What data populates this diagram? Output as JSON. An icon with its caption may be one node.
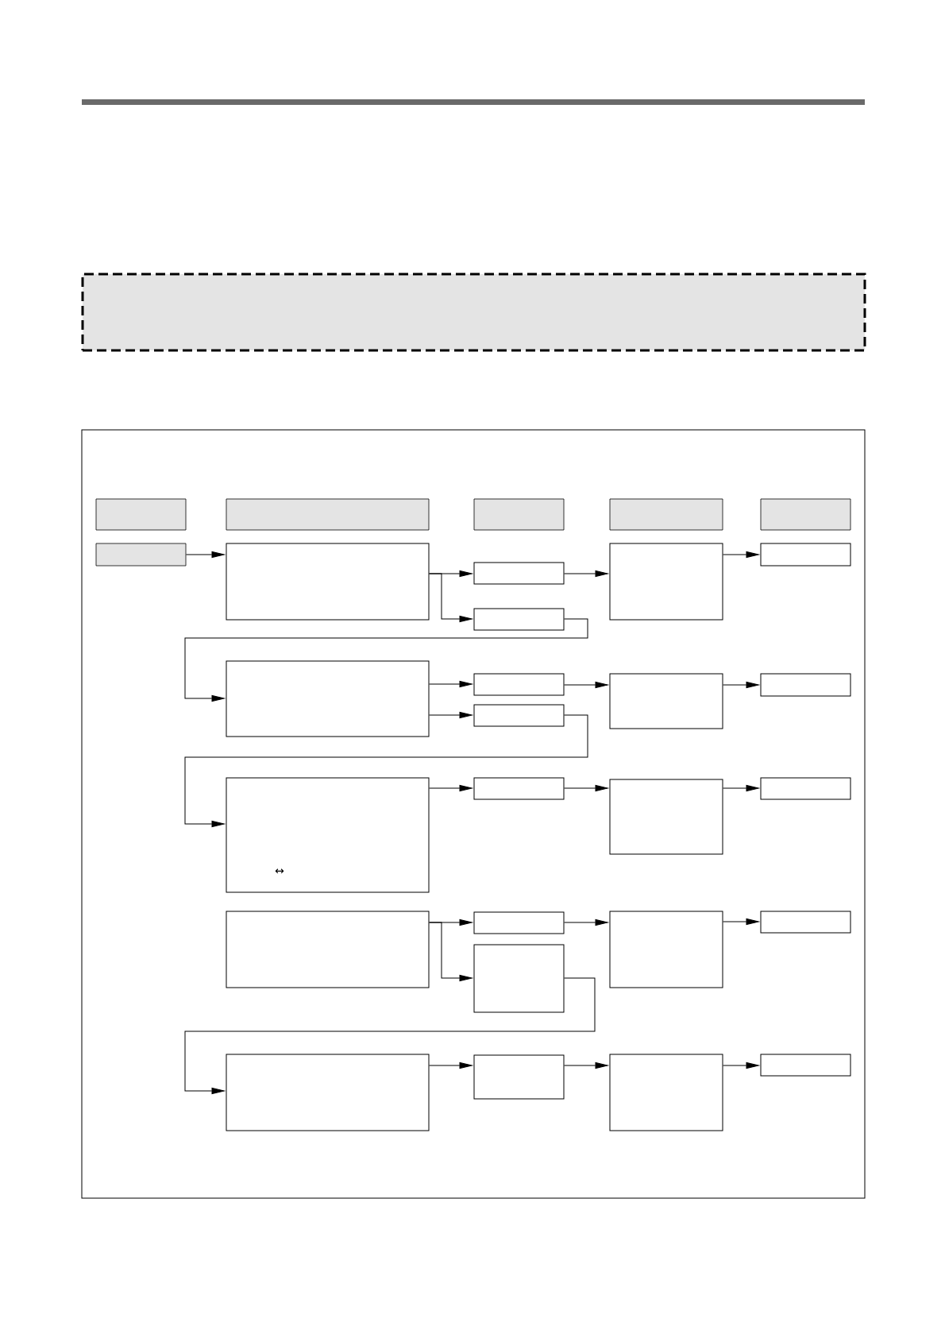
{
  "diagram": {
    "nodes": [
      {
        "text": [],
        "shape": "box"
      },
      {
        "text": [],
        "shape": "box"
      },
      {
        "text": [],
        "shape": "box",
        "in": 1
      },
      {
        "text": [],
        "shape": "box",
        "in": 1
      },
      {
        "text": [],
        "shape": "box",
        "in": 1
      },
      {
        "text": [],
        "shape": "box",
        "in": 1
      },
      {
        "text": [],
        "shape": "box",
        "in": 1
      },
      {
        "text": [],
        "shape": "box",
        "in": 1
      },
      {
        "text": [],
        "shape": "box",
        "in": 1
      },
      {
        "text": [],
        "shape": "box",
        "in": 1
      },
      {
        "text": [],
        "shape": "box",
        "in": 1
      },
      {
        "text": [],
        "shape": "box",
        "in": 1
      },
      {
        "text": [],
        "shape": "box",
        "in": 1
      },
      {
        "text": [],
        "shape": "box",
        "in": 1
      },
      {
        "text": [],
        "shape": "box",
        "in": 1
      },
      {
        "text": [],
        "shape": "box",
        "in": 1
      },
      {
        "text": [],
        "shape": "box",
        "in": 1
      },
      {
        "text": [],
        "shape": "box",
        "in": 1
      },
      {
        "text": [
          "↔"
        ],
        "in": 1
      },
      {
        "text": [],
        "shape": "box",
        "in": 1
      },
      {
        "text": [],
        "shape": "box",
        "in": 1
      },
      {
        "text": [],
        "shape": "box",
        "in": 1
      },
      {
        "text": [],
        "shape": "box",
        "in": 1
      },
      {
        "text": [],
        "shape": "box",
        "in": 1
      },
      {
        "text": [],
        "shape": "box",
        "in": 1
      },
      {
        "text": [],
        "shape": "box",
        "in": 1
      },
      {
        "text": [],
        "shape": "box",
        "in": 1
      },
      {
        "text": [],
        "shape": "box",
        "in": 1
      },
      {
        "text": [],
        "shape": "box",
        "in": 1
      },
      {
        "text": [],
        "shape": "box",
        "in": 1
      },
      {
        "text": [],
        "shape": "box",
        "in": 1
      }
    ],
    "edges": [
      {
        "from": 7,
        "to": 8,
        "arrow": "to"
      },
      {
        "from": 8,
        "to": 9,
        "arrow": "to"
      },
      {
        "from": 8,
        "to": 10,
        "arrow": "to"
      },
      {
        "from": 9,
        "to": 11,
        "arrow": "to"
      },
      {
        "from": 11,
        "to": 12,
        "arrow": "to"
      },
      {
        "from": 10,
        "to": 13,
        "arrow": "to"
      },
      {
        "from": 13,
        "to": 14,
        "arrow": "to"
      },
      {
        "from": 13,
        "to": 15,
        "arrow": "to"
      },
      {
        "from": 14,
        "to": 16,
        "arrow": "to"
      },
      {
        "from": 16,
        "to": 17,
        "arrow": "to"
      },
      {
        "from": 15,
        "to": 18,
        "arrow": "to"
      },
      {
        "from": 18,
        "to": 19,
        "arrow": "to"
      },
      {
        "from": 19,
        "to": 20,
        "arrow": "to"
      },
      {
        "from": 20,
        "to": 21,
        "arrow": "to"
      },
      {
        "from": 22,
        "to": 23,
        "arrow": "to"
      },
      {
        "from": 22,
        "to": 24,
        "arrow": "to"
      },
      {
        "from": 23,
        "to": 25,
        "arrow": "to"
      },
      {
        "from": 25,
        "to": 26,
        "arrow": "to"
      },
      {
        "from": 24,
        "to": 27,
        "arrow": "to"
      },
      {
        "from": 27,
        "to": 28,
        "arrow": "to"
      },
      {
        "from": 28,
        "to": 29,
        "arrow": "to"
      },
      {
        "from": 29,
        "to": 30,
        "arrow": "to"
      }
    ]
  }
}
